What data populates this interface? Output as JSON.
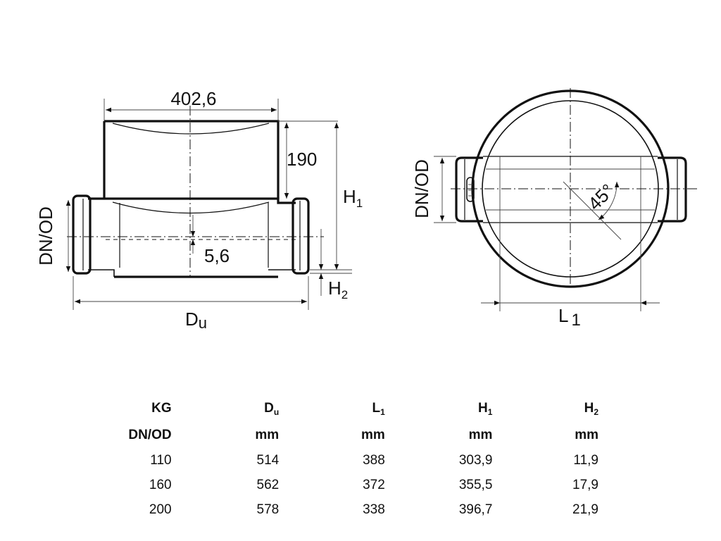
{
  "drawing": {
    "side_view": {
      "top_width": "402,6",
      "riser_height": "190",
      "h1": "H",
      "h1_sub": "1",
      "h2": "H",
      "h2_sub": "2",
      "dn_od": "DN/OD",
      "offset": "5,6",
      "du": "D",
      "du_sub": "u"
    },
    "top_view": {
      "dn_od": "DN/OD",
      "angle": "45°",
      "l1": "L",
      "l1_sub": "1"
    }
  },
  "table": {
    "header1": [
      {
        "main": "KG",
        "sub": ""
      },
      {
        "main": "D",
        "sub": "u"
      },
      {
        "main": "L",
        "sub": "1"
      },
      {
        "main": "H",
        "sub": "1"
      },
      {
        "main": "H",
        "sub": "2"
      }
    ],
    "header2": [
      "DN/OD",
      "mm",
      "mm",
      "mm",
      "mm"
    ],
    "rows": [
      [
        "110",
        "514",
        "388",
        "303,9",
        "11,9"
      ],
      [
        "160",
        "562",
        "372",
        "355,5",
        "17,9"
      ],
      [
        "200",
        "578",
        "338",
        "396,7",
        "21,9"
      ]
    ]
  }
}
